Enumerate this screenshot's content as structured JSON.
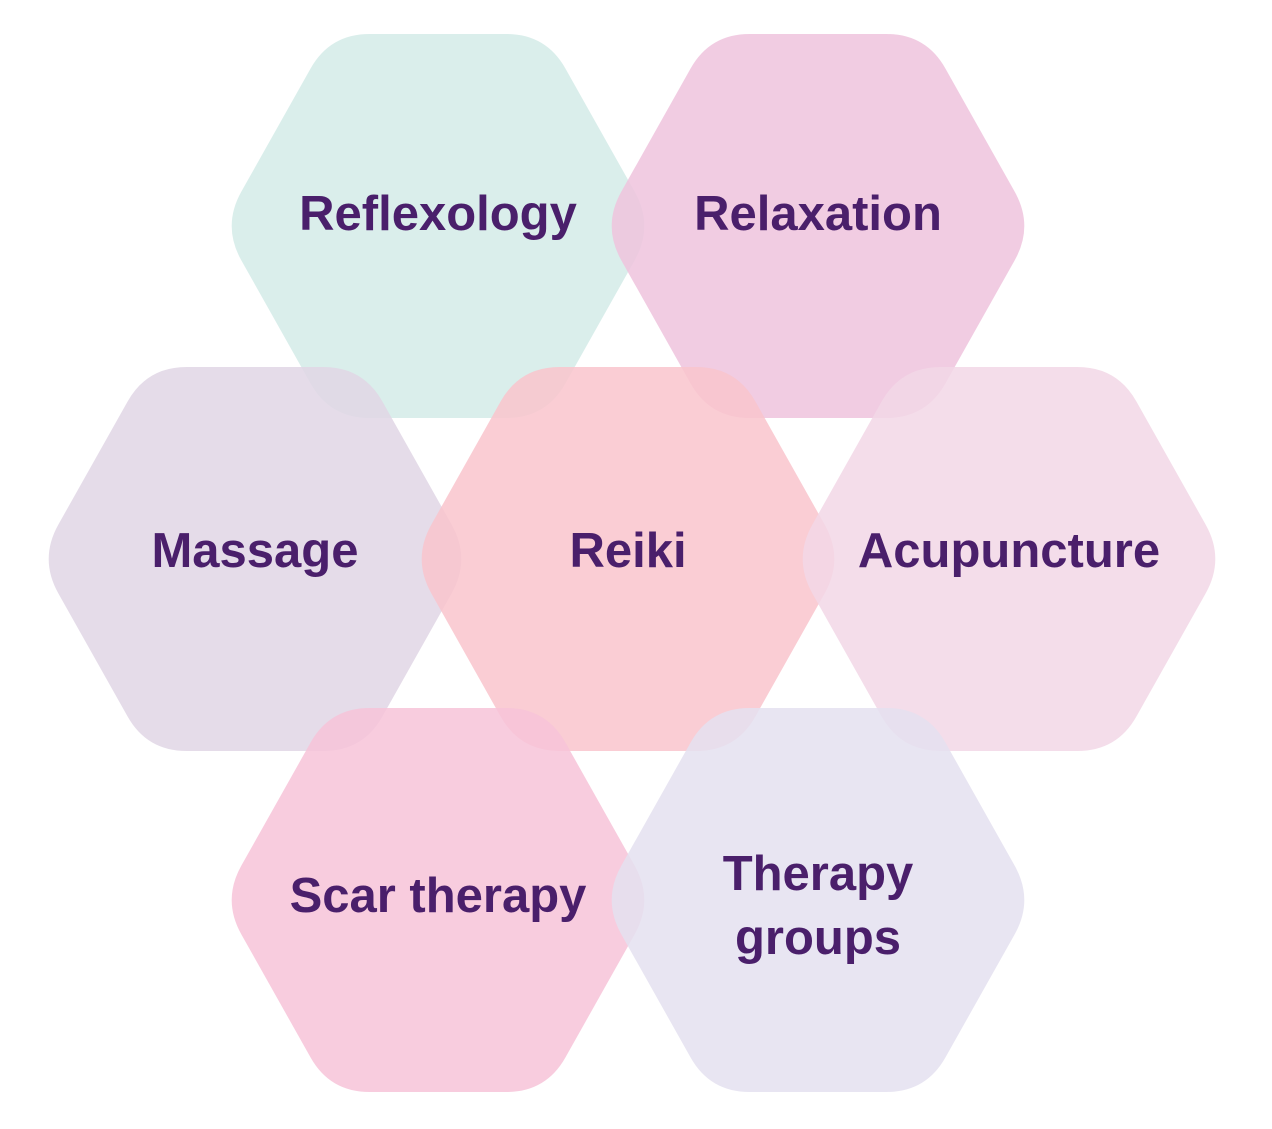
{
  "diagram": {
    "hexagons": [
      {
        "id": "reflexology",
        "lines": [
          "Reflexology"
        ],
        "color": "#d3ebe8"
      },
      {
        "id": "relaxation",
        "lines": [
          "Relaxation"
        ],
        "color": "#eec3dd"
      },
      {
        "id": "massage",
        "lines": [
          "Massage"
        ],
        "color": "#e0d6e5"
      },
      {
        "id": "reiki",
        "lines": [
          "Reiki"
        ],
        "color": "#f9c4cd"
      },
      {
        "id": "acupuncture",
        "lines": [
          "Acupuncture"
        ],
        "color": "#f2d7e6"
      },
      {
        "id": "scar-therapy",
        "lines": [
          "Scar therapy"
        ],
        "color": "#f7c3d8"
      },
      {
        "id": "therapy-groups",
        "lines": [
          "Therapy",
          "groups"
        ],
        "color": "#e4e1f0"
      }
    ]
  }
}
